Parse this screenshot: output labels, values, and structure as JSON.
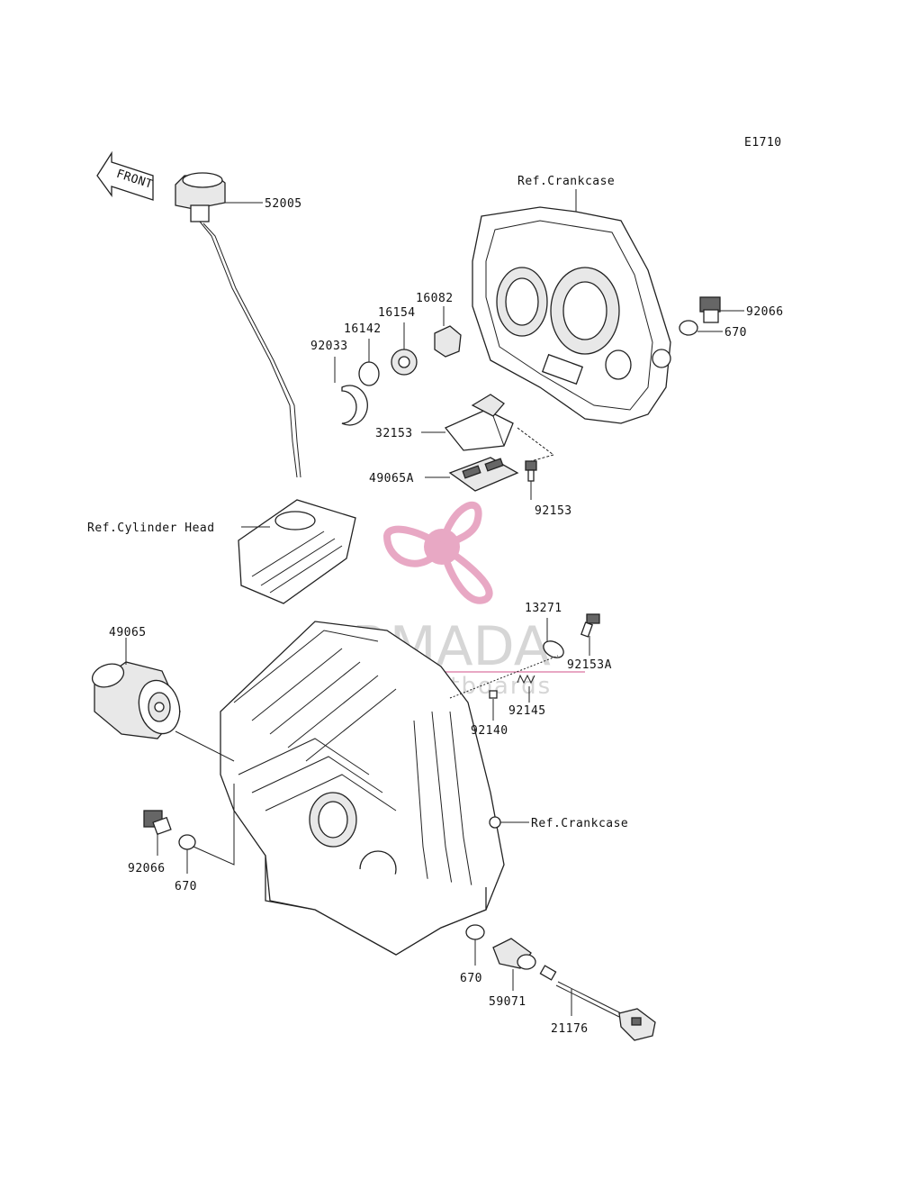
{
  "diagram_id": "E1710",
  "logo": {
    "name": "ARMADA",
    "tagline": "marine outboards",
    "color": "#e8a8c4",
    "text_color": "#cfcfcf"
  },
  "front_label": "FRONT",
  "labels": {
    "ref_crankcase_top": "Ref.Crankcase",
    "ref_crankcase_side": "Ref.Crankcase",
    "ref_cylinder_head": "Ref.Cylinder Head",
    "p52005": "52005",
    "p92066_top": "92066",
    "p670_top": "670",
    "p16082": "16082",
    "p16154": "16154",
    "p16142": "16142",
    "p92033": "92033",
    "p32153": "32153",
    "p49065A": "49065A",
    "p92153": "92153",
    "p49065": "49065",
    "p13271": "13271",
    "p92153A": "92153A",
    "p92145": "92145",
    "p92140": "92140",
    "p92066_bottom": "92066",
    "p670_bottom_left": "670",
    "p670_bottom": "670",
    "p59071": "59071",
    "p21176": "21176"
  }
}
